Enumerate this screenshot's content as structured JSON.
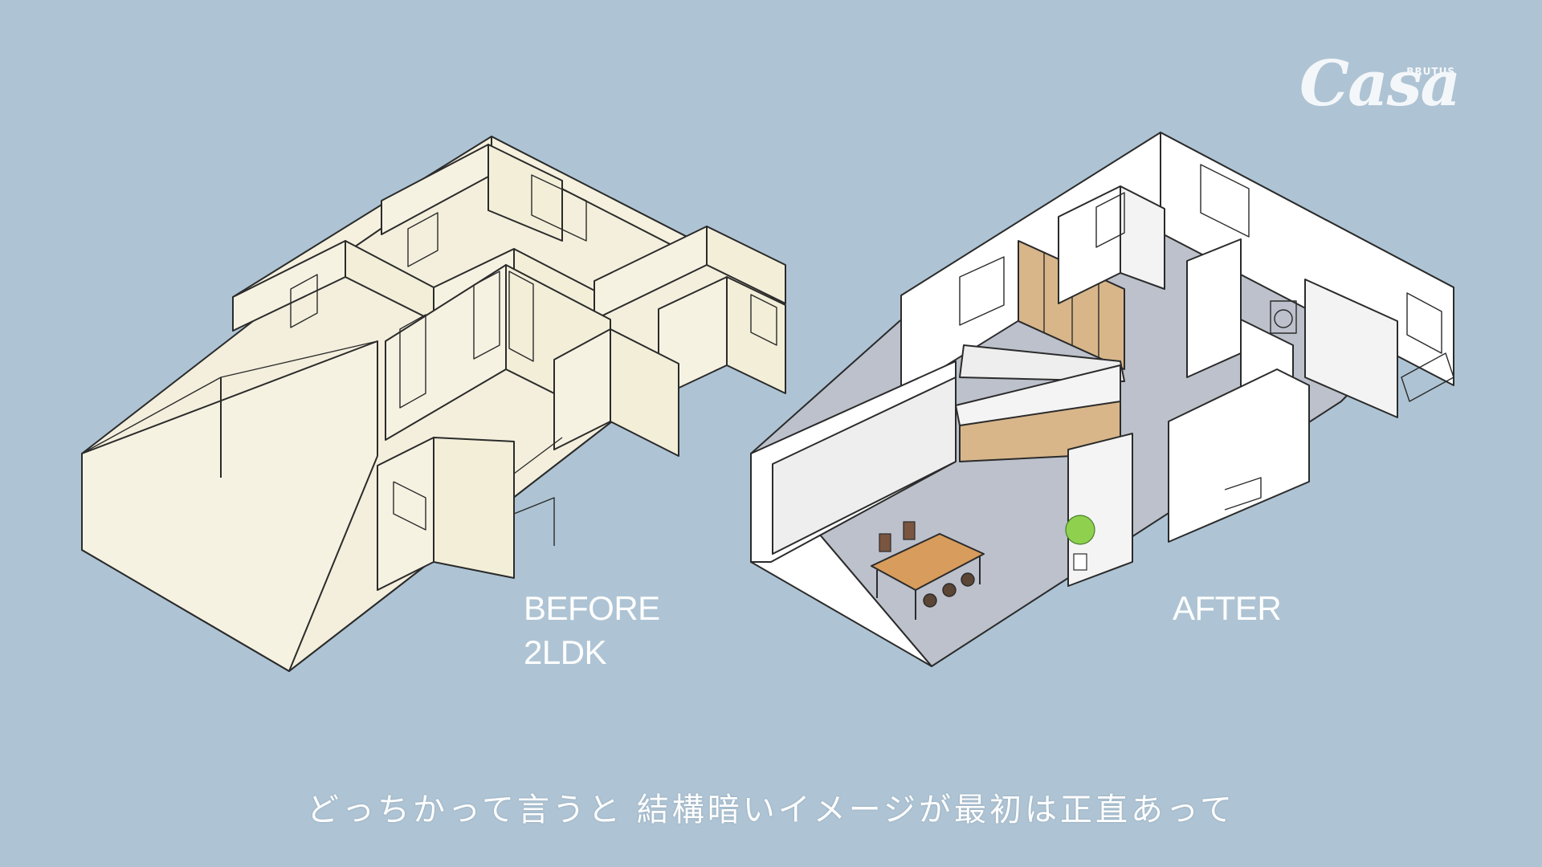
{
  "brand": {
    "small": "BRUTUS",
    "main": "Casa"
  },
  "before": {
    "label": "BEFORE",
    "plan": "2LDK"
  },
  "after": {
    "label": "AFTER"
  },
  "caption": "どっちかって言うと 結構暗いイメージが最初は正直あって",
  "colors": {
    "background": "#aec4d4",
    "before_fill": "#f3efdc",
    "after_wall": "#ffffff",
    "after_floor": "#bcc1cb",
    "wood": "#d8b68a",
    "window_glass": "#eef2a8"
  }
}
